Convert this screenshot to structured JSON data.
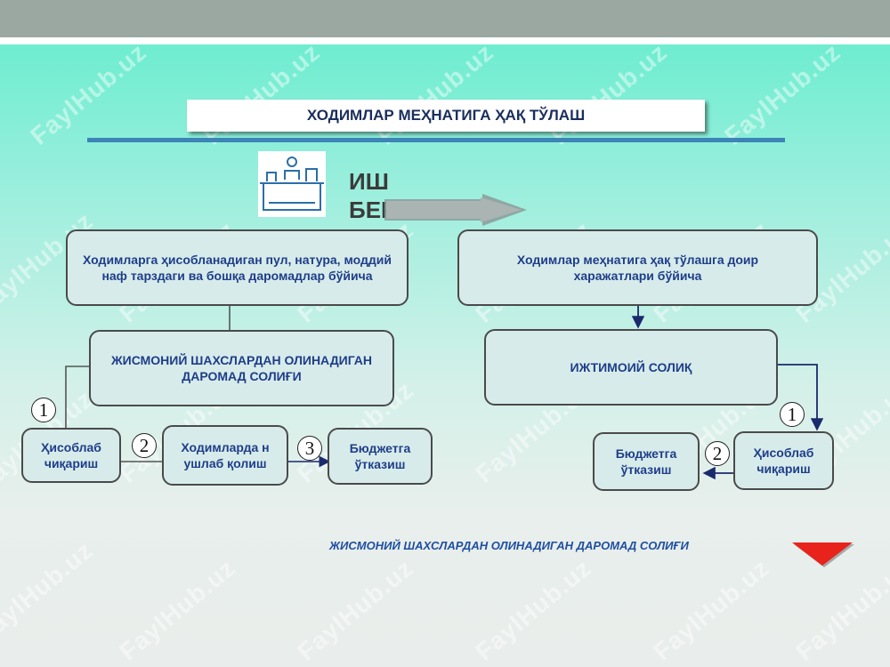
{
  "title": "ХОДИМЛАР МЕҲНАТИГА ҲАҚ ТЎЛАШ",
  "employer_label": "ИШ БЕРУВЧИ",
  "left": {
    "top_box": "Ходимларга ҳисобланадиган пул, натура, моддий наф тарздаги ва бошқа даромадлар бўйича",
    "tax_box": "ЖИСМОНИЙ ШАХСЛАРДАН ОЛИНАДИГАН ДАРОМАД СОЛИҒИ",
    "steps": [
      {
        "num": "1",
        "label": "Ҳисоблаб чиқариш"
      },
      {
        "num": "2",
        "label": "Ходимларда н ушлаб қолиш"
      },
      {
        "num": "3",
        "label": "Бюджетга ўтказиш"
      }
    ]
  },
  "right": {
    "top_box": "Ходимлар меҳнатига ҳақ тўлашга доир харажатлари бўйича",
    "tax_box": "ИЖТИМОИЙ СОЛИҚ",
    "steps": [
      {
        "num": "1",
        "label": "Ҳисоблаб чиқариш"
      },
      {
        "num": "2",
        "label": "Бюджетга ўтказиш"
      }
    ]
  },
  "footer_link": "ЖИСМОНИЙ ШАХСЛАРДАН ОЛИНАДИГАН ДАРОМАД СОЛИҒИ",
  "watermark": "FaylHub.uz",
  "colors": {
    "box_text": "#1f3d8a",
    "arrow": "#1a2a6c",
    "next_arrow": "#e8231c",
    "rule": "#3d84b8"
  },
  "icons": {
    "employer": "office-worker-icon",
    "next": "red-down-arrow-icon"
  }
}
